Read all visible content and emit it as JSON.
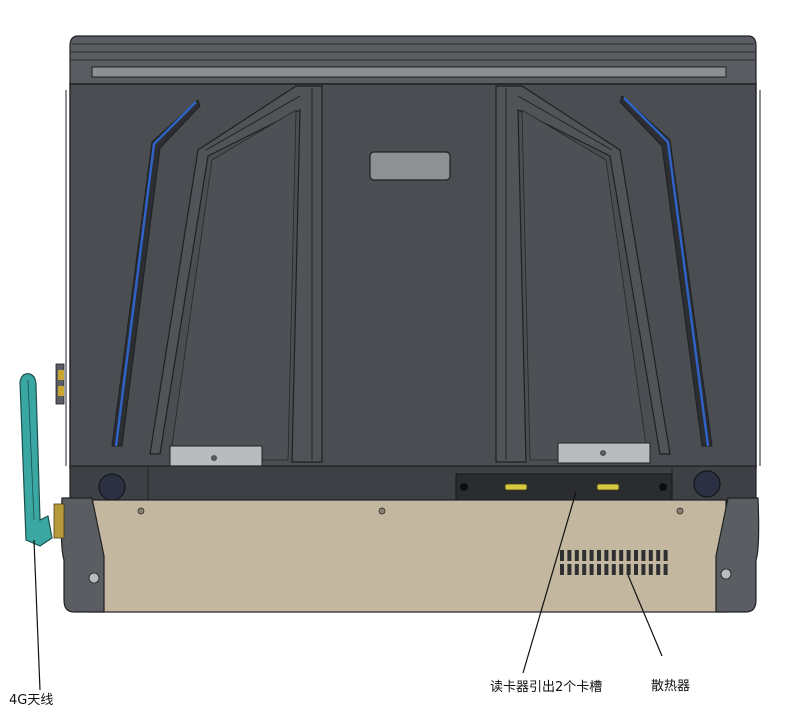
{
  "labels": {
    "antenna": "4G天线",
    "card_reader": "读卡器引出2个卡槽",
    "heatsink": "散热器"
  },
  "colors": {
    "body_dark": "#4a4d51",
    "body_darker": "#3d4044",
    "edge_line": "#1f2023",
    "blue_accent": "#2f63c9",
    "beige_base": "#c4b7a0",
    "antenna": "#3aa7a3",
    "hinge": "#b9bcbf"
  }
}
